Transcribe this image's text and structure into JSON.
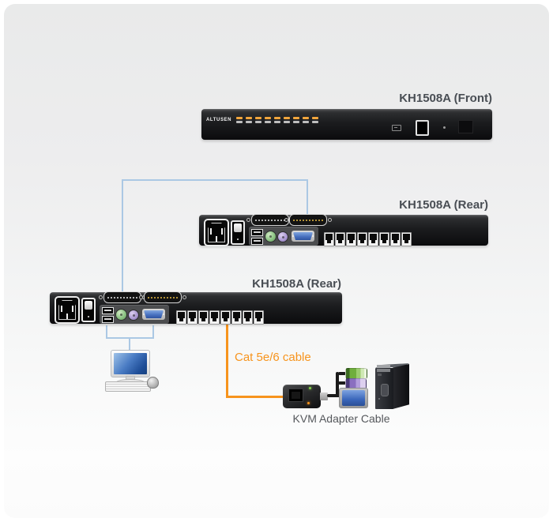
{
  "labels": {
    "front_device": "KH1508A (Front)",
    "middle_device": "KH1508A (Rear)",
    "bottom_device": "KH1508A (Rear)",
    "cat_cable": "Cat 5e/6 cable",
    "kvm_adapter_cable": "KVM Adapter Cable"
  },
  "front_panel": {
    "brand": "ALTUSEN",
    "port_led_count": 9
  },
  "rear_panel": {
    "rj45_port_count": 8,
    "db_pin_count": 10
  },
  "colors": {
    "daisy_chain_cable": "#abc8e4",
    "cat5_cable": "#f7941d",
    "device_label": "#494e54",
    "led_orange": "#f2a63d",
    "db_pin_yellow": "#e9bc42",
    "ps2_green": "#8cc484",
    "ps2_purple": "#ae9bd4",
    "vga_blue": "#4a72c0",
    "adapter_led_green": "#86d24a",
    "adapter_led_orange": "#f7941d"
  }
}
